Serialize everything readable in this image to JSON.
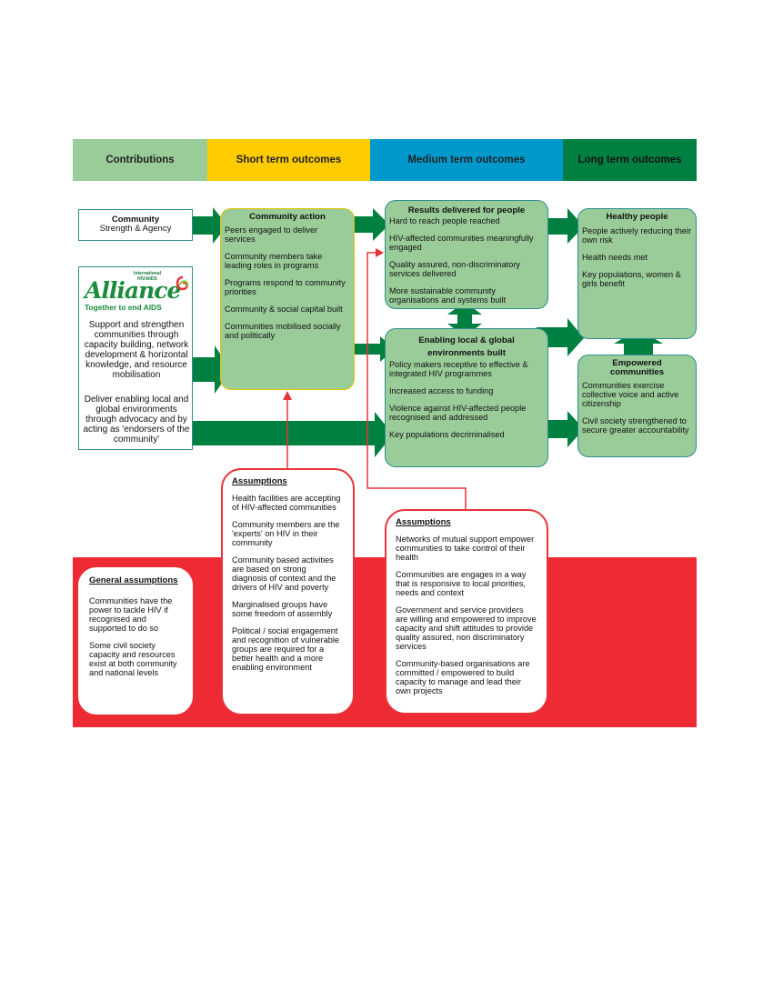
{
  "headers": {
    "contributions": "Contributions",
    "short_term": "Short term outcomes",
    "medium_term": "Medium term outcomes",
    "long_term": "Long term outcomes"
  },
  "community_strength": {
    "title": "Community",
    "subtitle": "Strength & Agency"
  },
  "alliance": {
    "small_line1": "International",
    "small_line2": "HIV/AIDS",
    "name": "Alliance",
    "tagline": "Together to end AIDS",
    "support_text": "Support and strengthen communities through capacity building, network development & horizontal knowledge, and resource mobilisation",
    "deliver_text": "Deliver enabling local and global environments through advocacy and by acting as 'endorsers of the community'"
  },
  "community_action": {
    "title": "Community action",
    "items": [
      "Peers engaged to deliver services",
      "Community members take leading roles in programs",
      "Programs respond to community priorities",
      "Community & social capital built",
      "Communities mobilised socially and politically"
    ]
  },
  "results": {
    "title": "Results delivered for people",
    "items": [
      "Hard to reach people reached",
      "HIV-affected communities meaningfully engaged",
      "Quality assured, non-discriminatory services delivered",
      "More sustainable community organisations and systems built"
    ]
  },
  "enabling": {
    "title": "Enabling local & global environments built",
    "items": [
      "Policy makers receptive to effective & integrated HIV programmes",
      "Increased access to funding",
      "Violence against HIV-affected people recognised and addressed",
      "Key populations decriminalised"
    ]
  },
  "healthy": {
    "title": "Healthy people",
    "items": [
      "People actively reducing their own risk",
      "Health needs met",
      "Key populations, women & girls benefit"
    ]
  },
  "empowered": {
    "title": "Empowered communities",
    "items": [
      "Communities exercise collective voice and active citizenship",
      "Civil society strengthened to secure greater accountability"
    ]
  },
  "assumptions_short": {
    "title": "Assumptions",
    "items": [
      "Health facilities are accepting of HIV-affected communities",
      "Community members are the 'experts' on HIV in their community",
      "Community based activities are based on strong diagnosis of context and the drivers of HIV and poverty",
      "Marginalised groups have some freedom of assembly",
      "Political / social engagement and recognition of vulnerable groups are required for a better health and a more enabling environment"
    ]
  },
  "assumptions_medium": {
    "title": "Assumptions",
    "items": [
      "Networks of mutual support empower communities to take control of their health",
      "Communities are engages in a way that is responsive to local priorities, needs and context",
      "Government and service providers are willing and empowered to improve capacity and shift attitudes to provide quality assured, non discriminatory services",
      "Community-based organisations are committed / empowered to build capacity to manage and lead their own projects"
    ]
  },
  "general_assumptions": {
    "title": "General assumptions",
    "items": [
      "Communities have the power to tackle HIV if recognised and supported to do so",
      "Some civil society capacity and resources exist at both community and national levels"
    ]
  },
  "colors": {
    "arrow_green": "#008040",
    "box_green": "#99cc99",
    "header_yellow": "#ffcc00",
    "header_blue": "#0099cc",
    "red_band": "#ee2a34",
    "assumption_border": "#e8333a"
  }
}
